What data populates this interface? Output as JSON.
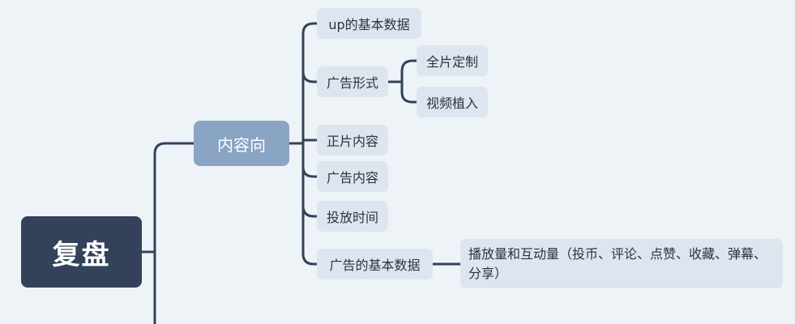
{
  "root": {
    "label": "复盘"
  },
  "level1": {
    "label": "内容向"
  },
  "level2": [
    {
      "label": "up的基本数据"
    },
    {
      "label": "广告形式"
    },
    {
      "label": "正片内容"
    },
    {
      "label": "广告内容"
    },
    {
      "label": "投放时间"
    },
    {
      "label": "广告的基本数据"
    }
  ],
  "ad_form_children": [
    {
      "label": "全片定制"
    },
    {
      "label": "视频植入"
    }
  ],
  "ad_data_child": {
    "label": "播放量和互动量（投币、评论、点赞、收藏、弹幕、分享）"
  },
  "colors": {
    "background": "#eef3f8",
    "root_fill": "#33425a",
    "level1_fill": "#8aa4c4",
    "node_fill": "#dde5ef",
    "line": "#33425a"
  }
}
